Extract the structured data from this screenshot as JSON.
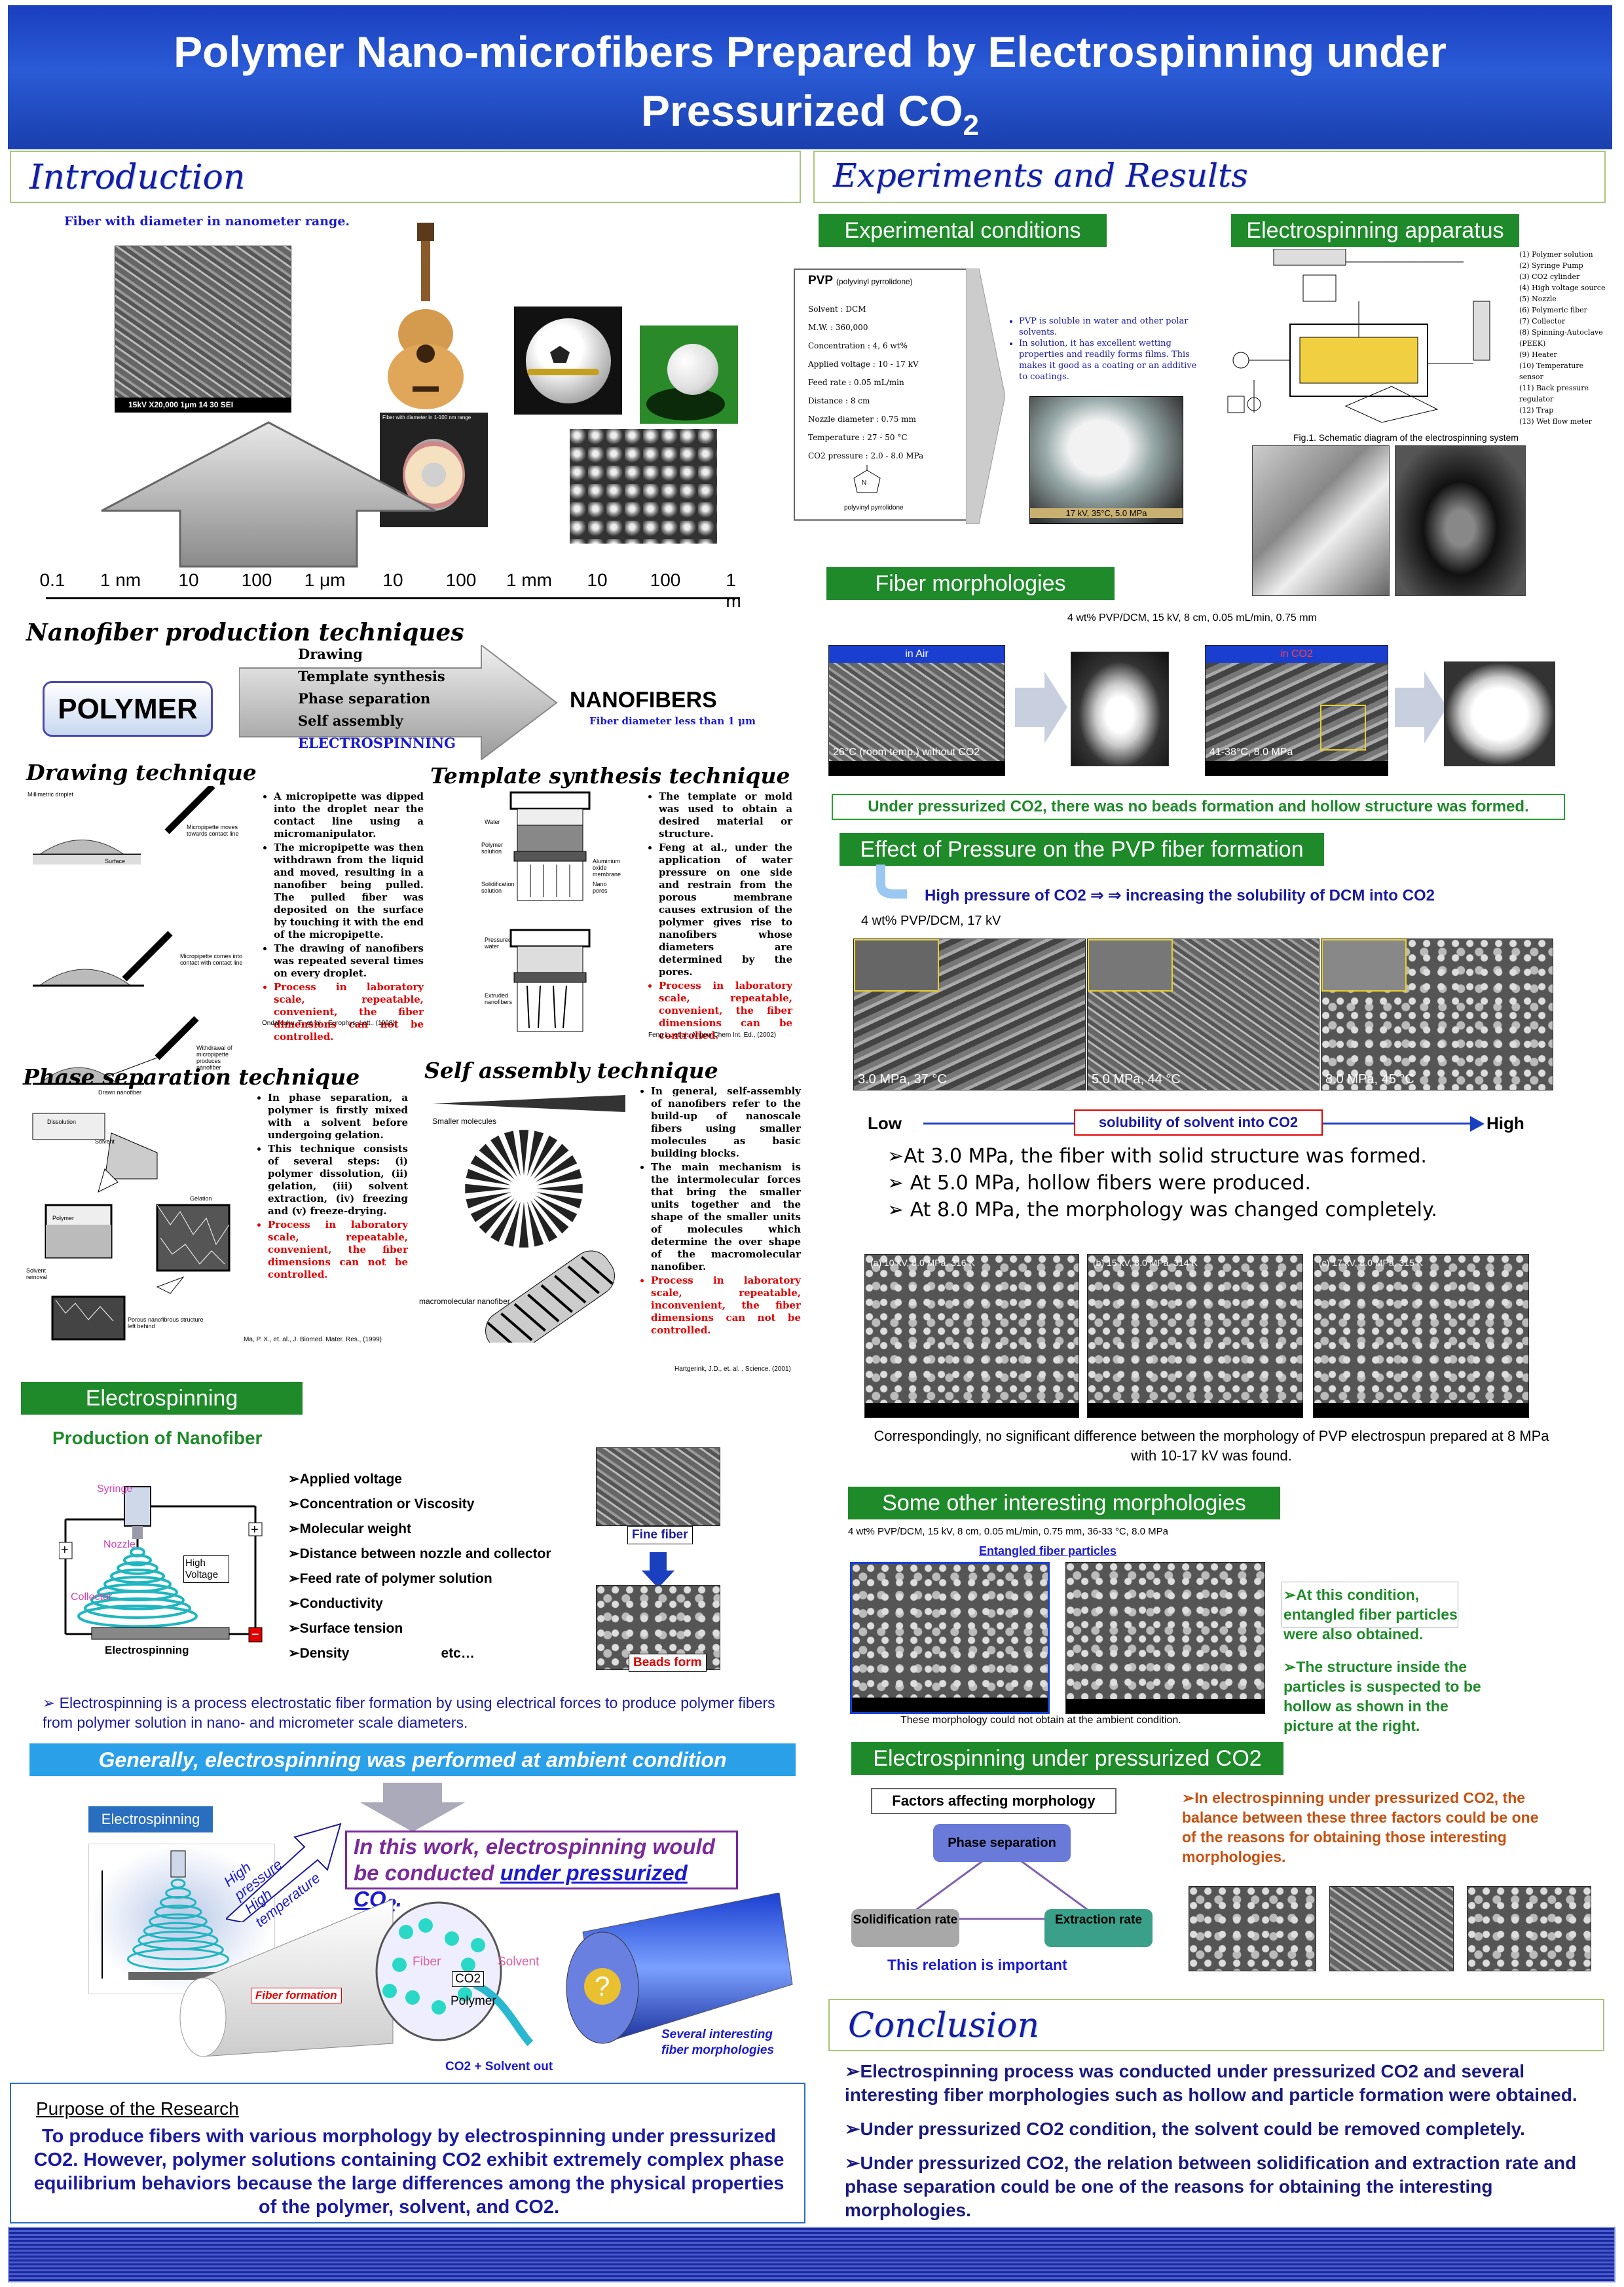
{
  "title": {
    "line1": "Polymer Nano-microfibers Prepared by Electrospinning under",
    "line2_prefix": "Pressurized CO",
    "line2_sub": "2"
  },
  "intro": {
    "heading": "Introduction",
    "fiber_note": "Fiber with diameter in nanometer range.",
    "sem_label": "15kV  X20,000  1μm  14 30 SEI",
    "spool_text": "Fiber with diameter in 1-100 nm range",
    "scale": [
      "0.1",
      "1 nm",
      "10",
      "100",
      "1 μm",
      "10",
      "100",
      "1 mm",
      "10",
      "100",
      "1 m"
    ],
    "production_heading": "Nanofiber production techniques",
    "polymer": "POLYMER",
    "techniques": [
      "Drawing",
      "Template synthesis",
      "Phase separation",
      "Self assembly",
      "ELECTROSPINNING"
    ],
    "nanofibers": "NANOFIBERS",
    "nanofibers_note": "Fiber diameter less than 1 μm"
  },
  "drawing": {
    "heading": "Drawing technique",
    "fig_labels": [
      "Millimetric droplet",
      "Micropipette moves towards contact line",
      "Surface",
      "Micropipette comes into contact with contact line",
      "Withdrawal of micropipette produces nanofiber",
      "Drawn nanofiber"
    ],
    "bullets": [
      "A micropipette was dipped into the droplet near the contact line using a micromanipulator.",
      "The micropipette was then withdrawn from the liquid and moved, resulting in a nanofiber being pulled. The pulled fiber was deposited on the surface by touching it with the end of the micropipette.",
      "The drawing of nanofibers was repeated several times on every droplet."
    ],
    "red": "Process in laboratory scale, repeatable, convenient, the fiber dimensions can not be controlled.",
    "ref": "Ondarcuhu, T., et. al. , Europhys. Lett., (1998)"
  },
  "template": {
    "heading": "Template synthesis technique",
    "fig_labels": [
      "Water",
      "Polymer solution",
      "Aluminium oxide membrane",
      "Solidification solution",
      "Nano pores",
      "Pressured water",
      "Extruded nanofibers"
    ],
    "bullets": [
      "The template or mold was used to obtain a desired material or structure.",
      "Feng at al., under the application of water pressure on one side and restrain from the porous membrane causes extrusion of the polymer gives rise to nanofibers whose diameters are determined by the pores."
    ],
    "red": "Process in laboratory scale, repeatable, convenient, the fiber dimensions can be controlled.",
    "ref": "Feng L., et al., Angew Chem Int. Ed., (2002)"
  },
  "phase": {
    "heading": "Phase separation technique",
    "fig_labels": [
      "Dissolution",
      "Solvent",
      "Polymer",
      "Gelation",
      "Solvent removal",
      "Porous nanofibrous structure left behind"
    ],
    "bullets": [
      "In phase separation, a polymer is firstly mixed with a solvent before undergoing gelation.",
      "This technique consists of several steps: (i) polymer dissolution, (ii) gelation, (iii) solvent extraction, (iv) freezing and (v) freeze-drying."
    ],
    "red": "Process in laboratory scale, repeatable, convenient, the fiber dimensions can not be controlled.",
    "ref": "Ma, P. X., et. al., J. Biomed. Mater. Res., (1999)"
  },
  "selfassembly": {
    "heading": "Self assembly technique",
    "fig_labels": [
      "Smaller molecules",
      "macromolecular nanofiber"
    ],
    "bullets": [
      "In general, self-assembly of nanofibers refer to the build-up of nanoscale fibers using smaller molecules as basic building blocks.",
      "The main mechanism is the intermolecular forces that bring the smaller units together and the shape of the smaller units of molecules which determine the over shape of the macromolecular nanofiber."
    ],
    "red": "Process in laboratory scale, repeatable, inconvenient, the fiber dimensions can not be controlled.",
    "ref": "Hartgerink, J.D., et. al. , Science, (2001)"
  },
  "electrospinning": {
    "bar": "Electrospinning",
    "subheading": "Production of Nanofiber",
    "fig_labels": [
      "Syringe",
      "Nozzle",
      "Collector",
      "High Voltage",
      "Electrospinning"
    ],
    "params": [
      "Applied voltage",
      "Concentration or Viscosity",
      "Molecular weight",
      "Distance between nozzle and collector",
      "Feed rate of polymer solution",
      "Conductivity",
      "Surface tension",
      "Density"
    ],
    "etc": "etc…",
    "fine_fiber": "Fine fiber",
    "beads_form": "Beads form",
    "description": "Electrospinning is a process electrostatic fiber formation by using electrical forces to produce polymer fibers from polymer solution in nano- and micrometer scale diameters.",
    "ambient_bar": "Generally, electrospinning was performed at ambient condition",
    "es_label": "Electrospinning",
    "arrow_text": "High pressure High temperature",
    "this_work_prefix": "In this work, electrospinning would be conducted ",
    "this_work_underline": "under pressurized CO",
    "fig2_labels": [
      "Fiber formation",
      "Fiber",
      "Solvent",
      "CO2",
      "Polymer",
      "CO2 + Solvent out",
      "Several interesting fiber morphologies"
    ]
  },
  "purpose": {
    "heading": "Purpose of the Research",
    "text": "To produce fibers with various morphology by electrospinning under pressurized CO2. However, polymer solutions containing CO2 exhibit extremely complex phase equilibrium behaviors because the large differences among the physical properties of the polymer, solvent, and CO2."
  },
  "experiments": {
    "heading": "Experiments and Results",
    "conditions_bar": "Experimental conditions",
    "pvp_title": "PVP",
    "pvp_sub": "(polyvinyl pyrrolidone)",
    "conditions": [
      "Solvent : DCM",
      "M.W. : 360,000",
      "Concentration : 4, 6 wt%",
      "Applied voltage : 10 - 17 kV",
      "Feed rate : 0.05 mL/min",
      "Distance : 8 cm",
      "Nozzle diameter : 0.75 mm",
      "Temperature : 27 - 50 °C",
      "CO2 pressure : 2.0 - 8.0 MPa"
    ],
    "pvp_struct_label": "polyvinyl pyrrolidone",
    "pvp_notes": [
      "PVP is soluble in water and other polar solvents.",
      "In solution, it has excellent wetting properties and readily forms films. This makes it good as a coating or an additive to coatings."
    ],
    "spray_label": "17 kV, 35°C, 5.0 MPa",
    "apparatus_bar": "Electrospinning apparatus",
    "apparatus_legend": [
      "(1)  Polymer solution",
      "(2)  Syringe Pump",
      "(3)  CO2 cylinder",
      "(4)  High voltage source",
      "(5)  Nozzle",
      "(6)  Polymeric fiber",
      "(7)  Collector",
      "(8)  Spinning-Autoclave (PEEK)",
      "(9)  Heater",
      "(10) Temperature sensor",
      "(11) Back pressure regulator",
      "(12) Trap",
      "(13) Wet flow meter"
    ],
    "fig1": "Fig.1. Schematic diagram of the electrospinning system"
  },
  "morph": {
    "bar": "Fiber morphologies",
    "cond": "4 wt% PVP/DCM, 15 kV, 8 cm, 0.05 mL/min, 0.75 mm",
    "in_air": "in Air",
    "in_co2": "in CO2",
    "air_label": "26°C (room temp.) without CO2",
    "co2_label": "41-38°C, 8.0 MPa",
    "result": "Under pressurized CO2, there was no beads formation and hollow structure was formed."
  },
  "pressure": {
    "bar": "Effect of Pressure on the PVP fiber formation",
    "arrow_text": "High pressure of CO2 ⇒ ⇒ increasing the solubility of DCM into CO2",
    "cond": "4 wt% PVP/DCM, 17 kV",
    "labels": [
      "3.0 MPa, 37 °C",
      "5.0 MPa, 44 °C",
      "8.0 MPa, 45 °C"
    ],
    "low": "Low",
    "high": "High",
    "solubility": "solubility of solvent into CO2",
    "findings": [
      "At 3.0 MPa, the fiber with solid structure was formed.",
      "At 5.0 MPa, hollow fibers were produced.",
      "At 8.0 MPa, the morphology was changed completely."
    ],
    "kv_labels": [
      "(a) 10 kV, 8.0 MPa, 316 K",
      "(b) 15 kV, 8.0 MPa, 314 K",
      "(c) 17 kV, 8.0 MPa, 315 K"
    ],
    "kv_note": "Correspondingly, no significant difference between the morphology of PVP electrospun prepared at 8 MPa with 10-17 kV was found."
  },
  "other": {
    "bar": "Some other interesting morphologies",
    "cond": "4 wt% PVP/DCM, 15 kV, 8 cm, 0.05 mL/min, 0.75 mm, 36-33 °C, 8.0 MPa",
    "entangled": "Entangled fiber particles",
    "note1": "At this condition, entangled fiber particles were also obtained.",
    "note2": "The structure inside the particles is suspected to be hollow as shown in the picture at the right.",
    "ambient_note": "These morphology could not obtain at the ambient condition."
  },
  "underco2": {
    "bar": "Electrospinning under pressurized CO2",
    "factors": "Factors affecting morphology",
    "phase": "Phase separation",
    "solid": "Solidification rate",
    "extract": "Extraction rate",
    "relation": "This relation is important",
    "note": "In electrospinning under pressurized CO2, the balance between these three factors could be one of the reasons for obtaining those interesting morphologies."
  },
  "conclusion": {
    "heading": "Conclusion",
    "items": [
      "Electrospinning process was conducted under pressurized CO2 and several interesting fiber morphologies such as hollow and particle formation were obtained.",
      "Under pressurized CO2 condition, the solvent could be removed completely.",
      "Under pressurized CO2, the relation between solidification and extraction rate and phase separation could be one of the reasons for obtaining the interesting morphologies."
    ]
  },
  "colors": {
    "header_blue": "#1a3fbf",
    "section_green": "#1f8a2a",
    "heading_blue": "#1a1aa0",
    "accent_red": "#e00000",
    "ambient_bar": "#2aa0e8"
  }
}
